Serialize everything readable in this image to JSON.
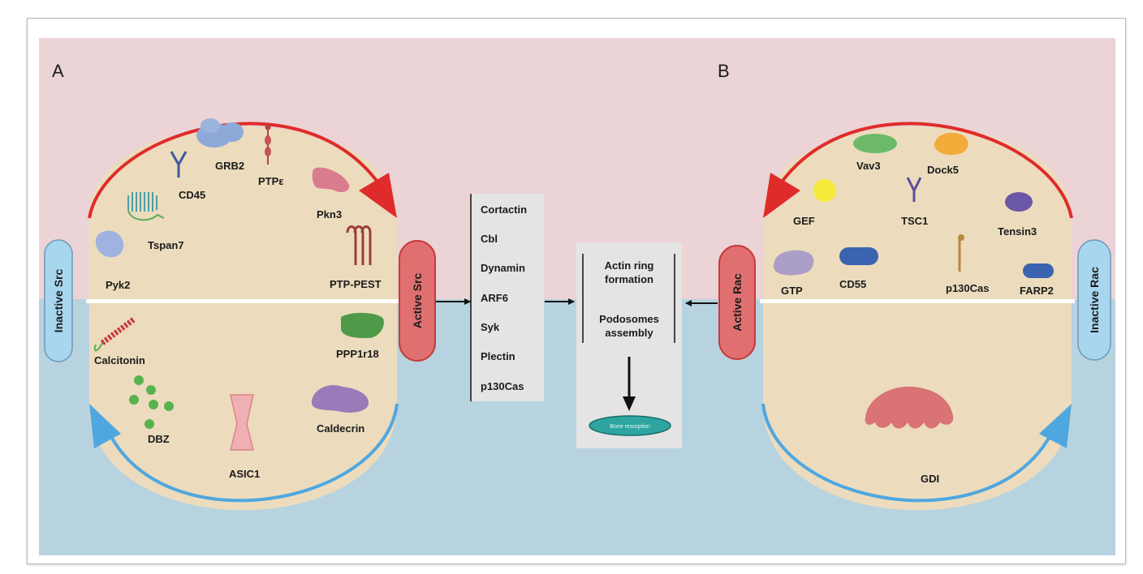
{
  "panel_a": {
    "letter": "A",
    "inactive": "Inactive Src",
    "active": "Active Src",
    "top_labels": [
      "GRB2",
      "PTPε",
      "CD45",
      "Pkn3",
      "Tspan7",
      "Pyk2",
      "PTP-PEST"
    ],
    "bottom_labels": [
      "Calcitonin",
      "PPP1r18",
      "DBZ",
      "ASIC1",
      "Caldecrin"
    ]
  },
  "panel_b": {
    "letter": "B",
    "inactive": "Inactive Rac",
    "active": "Active Rac",
    "top_labels": [
      "Vav3",
      "Dock5",
      "GEF",
      "TSC1",
      "Tensin3",
      "GTP",
      "CD55",
      "p130Cas",
      "FARP2"
    ],
    "bottom_labels": [
      "GDI"
    ]
  },
  "substrates": [
    "Cortactin",
    "Cbl",
    "Dynamin",
    "ARF6",
    "Syk",
    "Plectin",
    "p130Cas"
  ],
  "outcomes": {
    "actin_line1": "Actin ring",
    "actin_line2": "formation",
    "podo_line1": "Podosomes",
    "podo_line2": "assembly",
    "bone": "Bone resorption"
  },
  "colors": {
    "pink_bg": "#ebd3d6",
    "blue_bg": "#b7d3df",
    "cell": "#ecdcbd",
    "red": "#e02b2b",
    "blue": "#4fa7e0",
    "active_pill": "#e07070",
    "inactive_pill": "#a9d6ef",
    "box": "#e4e4e4",
    "teal": "#2ea5a0"
  }
}
